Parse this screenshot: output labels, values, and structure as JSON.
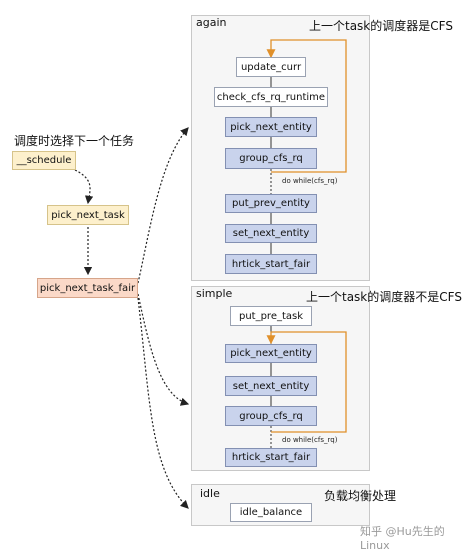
{
  "left": {
    "heading": "调度时选择下一个任务",
    "schedule": "__schedule",
    "pick_next_task": "pick_next_task",
    "pick_next_task_fair": "pick_next_task_fair"
  },
  "again": {
    "title": "again",
    "note": "上一个task的调度器是CFS",
    "boxes": [
      "update_curr",
      "check_cfs_rq_runtime",
      "pick_next_entity",
      "group_cfs_rq",
      "put_prev_entity",
      "set_next_entity",
      "hrtick_start_fair"
    ],
    "loop_label": "do while(cfs_rq)"
  },
  "simple": {
    "title": "simple",
    "note": "上一个task的调度器不是CFS",
    "boxes": [
      "put_pre_task",
      "pick_next_entity",
      "set_next_entity",
      "group_cfs_rq",
      "hrtick_start_fair"
    ],
    "loop_label": "do while(cfs_rq)"
  },
  "idle": {
    "title": "idle",
    "note": "负载均衡处理",
    "boxes": [
      "idle_balance"
    ]
  },
  "watermark": "知乎 @Hu先生的Linux",
  "colors": {
    "blue_box": "#c9d3ec",
    "loop_arrow": "#e0902a",
    "panel_bg": "#f6f6f6"
  }
}
